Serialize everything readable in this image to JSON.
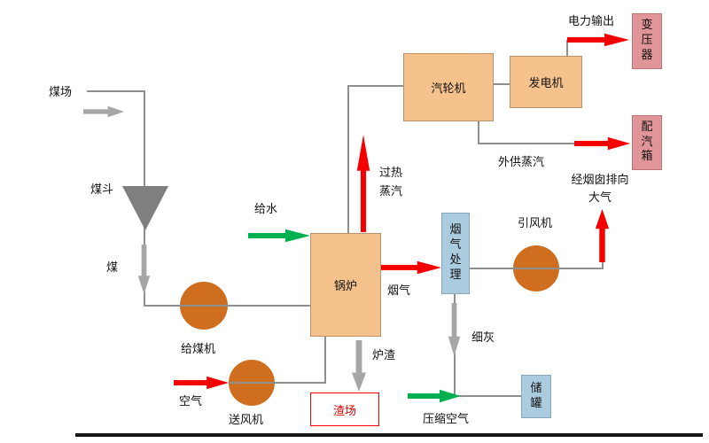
{
  "labels": {
    "coal_yard": "煤场",
    "coal_hopper": "煤斗",
    "coal": "煤",
    "coal_feeder": "给煤机",
    "air": "空气",
    "forced_draft_fan": "送风机",
    "feed_water": "给水",
    "superheated_steam": "过热蒸汽",
    "flue_gas": "烟气",
    "external_steam": "外供蒸汽",
    "power_output": "电力输出",
    "induced_draft_fan": "引风机",
    "chimney_exhaust": "经烟囱排向大气",
    "fine_ash": "细灰",
    "compressed_air": "压缩空气",
    "slag": "炉渣"
  },
  "boxes": {
    "boiler": "锅炉",
    "steam_turbine": "汽轮机",
    "generator": "发电机",
    "transformer": "变压器",
    "steam_distribution_box": "配汽箱",
    "flue_gas_treatment": "烟气处理",
    "storage_tank": "储罐",
    "slag_yard": "渣场"
  },
  "colors": {
    "process_box_fill": "#f5c18c",
    "electrical_box_fill": "#e19598",
    "treatment_box_fill": "#abcbdf",
    "fan_circle_fill": "#cf6e1e",
    "hopper_fill": "#7f7f7f",
    "arrow_red": "#f40000",
    "arrow_green": "#00b050",
    "arrow_gray": "#a6a6a6",
    "line_gray": "#8f8f8f",
    "slag_yard_accent": "#e00000"
  }
}
